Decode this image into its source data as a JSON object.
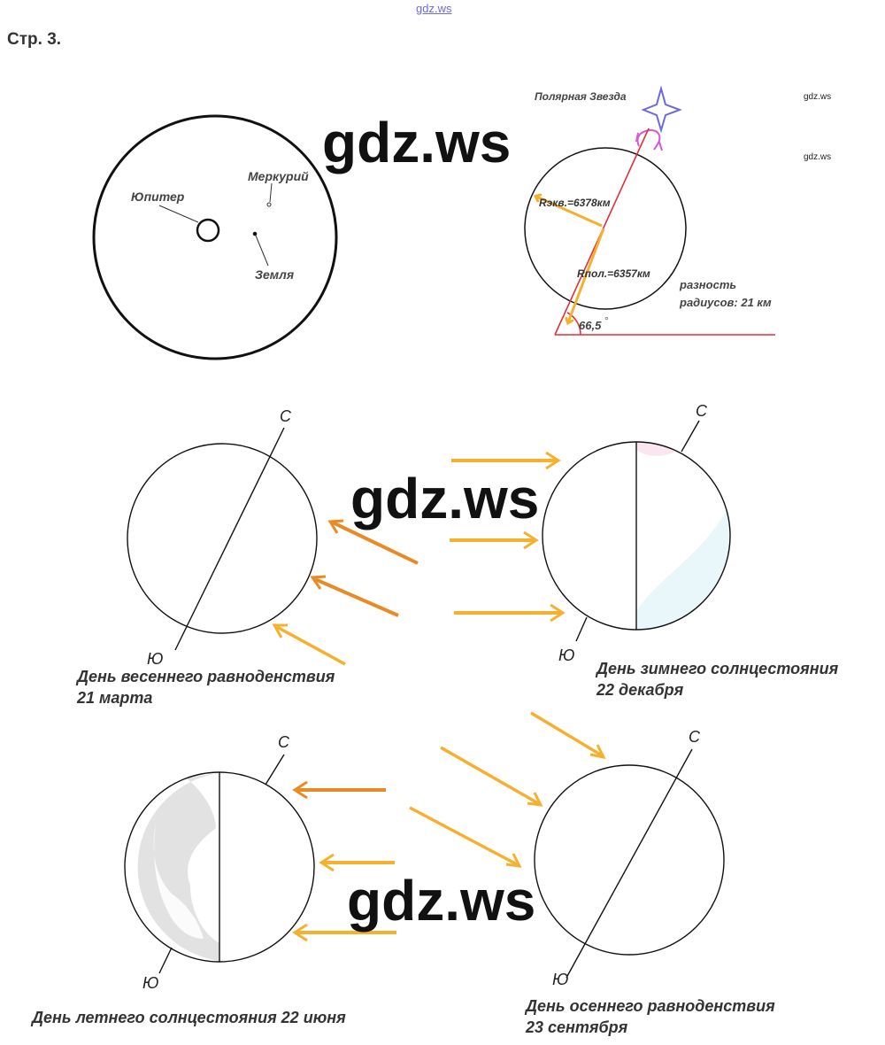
{
  "header": {
    "top_link": "gdz.ws",
    "page_label": "Стр. 3."
  },
  "watermarks": {
    "big": "gdz.ws",
    "small": "gdz.ws"
  },
  "solar_figure": {
    "jupiter": "Юпитер",
    "mercury": "Меркурий",
    "earth": "Земля"
  },
  "earth_figure": {
    "polaris": "Полярная Звезда",
    "r_equator": "Rэкв.=6378км",
    "r_polar": "Rпол.=6357км",
    "difference_line1": "разность",
    "difference_line2": "радиусов: 21 км",
    "angle": "66,5",
    "degree_mark": "°"
  },
  "poles": {
    "north": "С",
    "south": "Ю"
  },
  "seasons": {
    "spring": {
      "line1": "День весеннего равноденствия",
      "line2": "21 марта"
    },
    "winter": {
      "line1": "День зимнего солнцестояния",
      "line2": "22 декабря"
    },
    "summer": {
      "line1": "День летнего солнцестояния 22 июня"
    },
    "autumn": {
      "line1": "День осеннего равноденствия",
      "line2": "23 сентября"
    }
  },
  "colors": {
    "arrow": "#f5b030",
    "arrow_dark": "#ea8a25",
    "red_line": "#e0303a",
    "star": "#6a6ad8",
    "magenta": "#d35ad3",
    "night_shade": "#e2e2e2",
    "ice_shade": "#e9f7fa",
    "pink_shade": "#fae6ee"
  }
}
